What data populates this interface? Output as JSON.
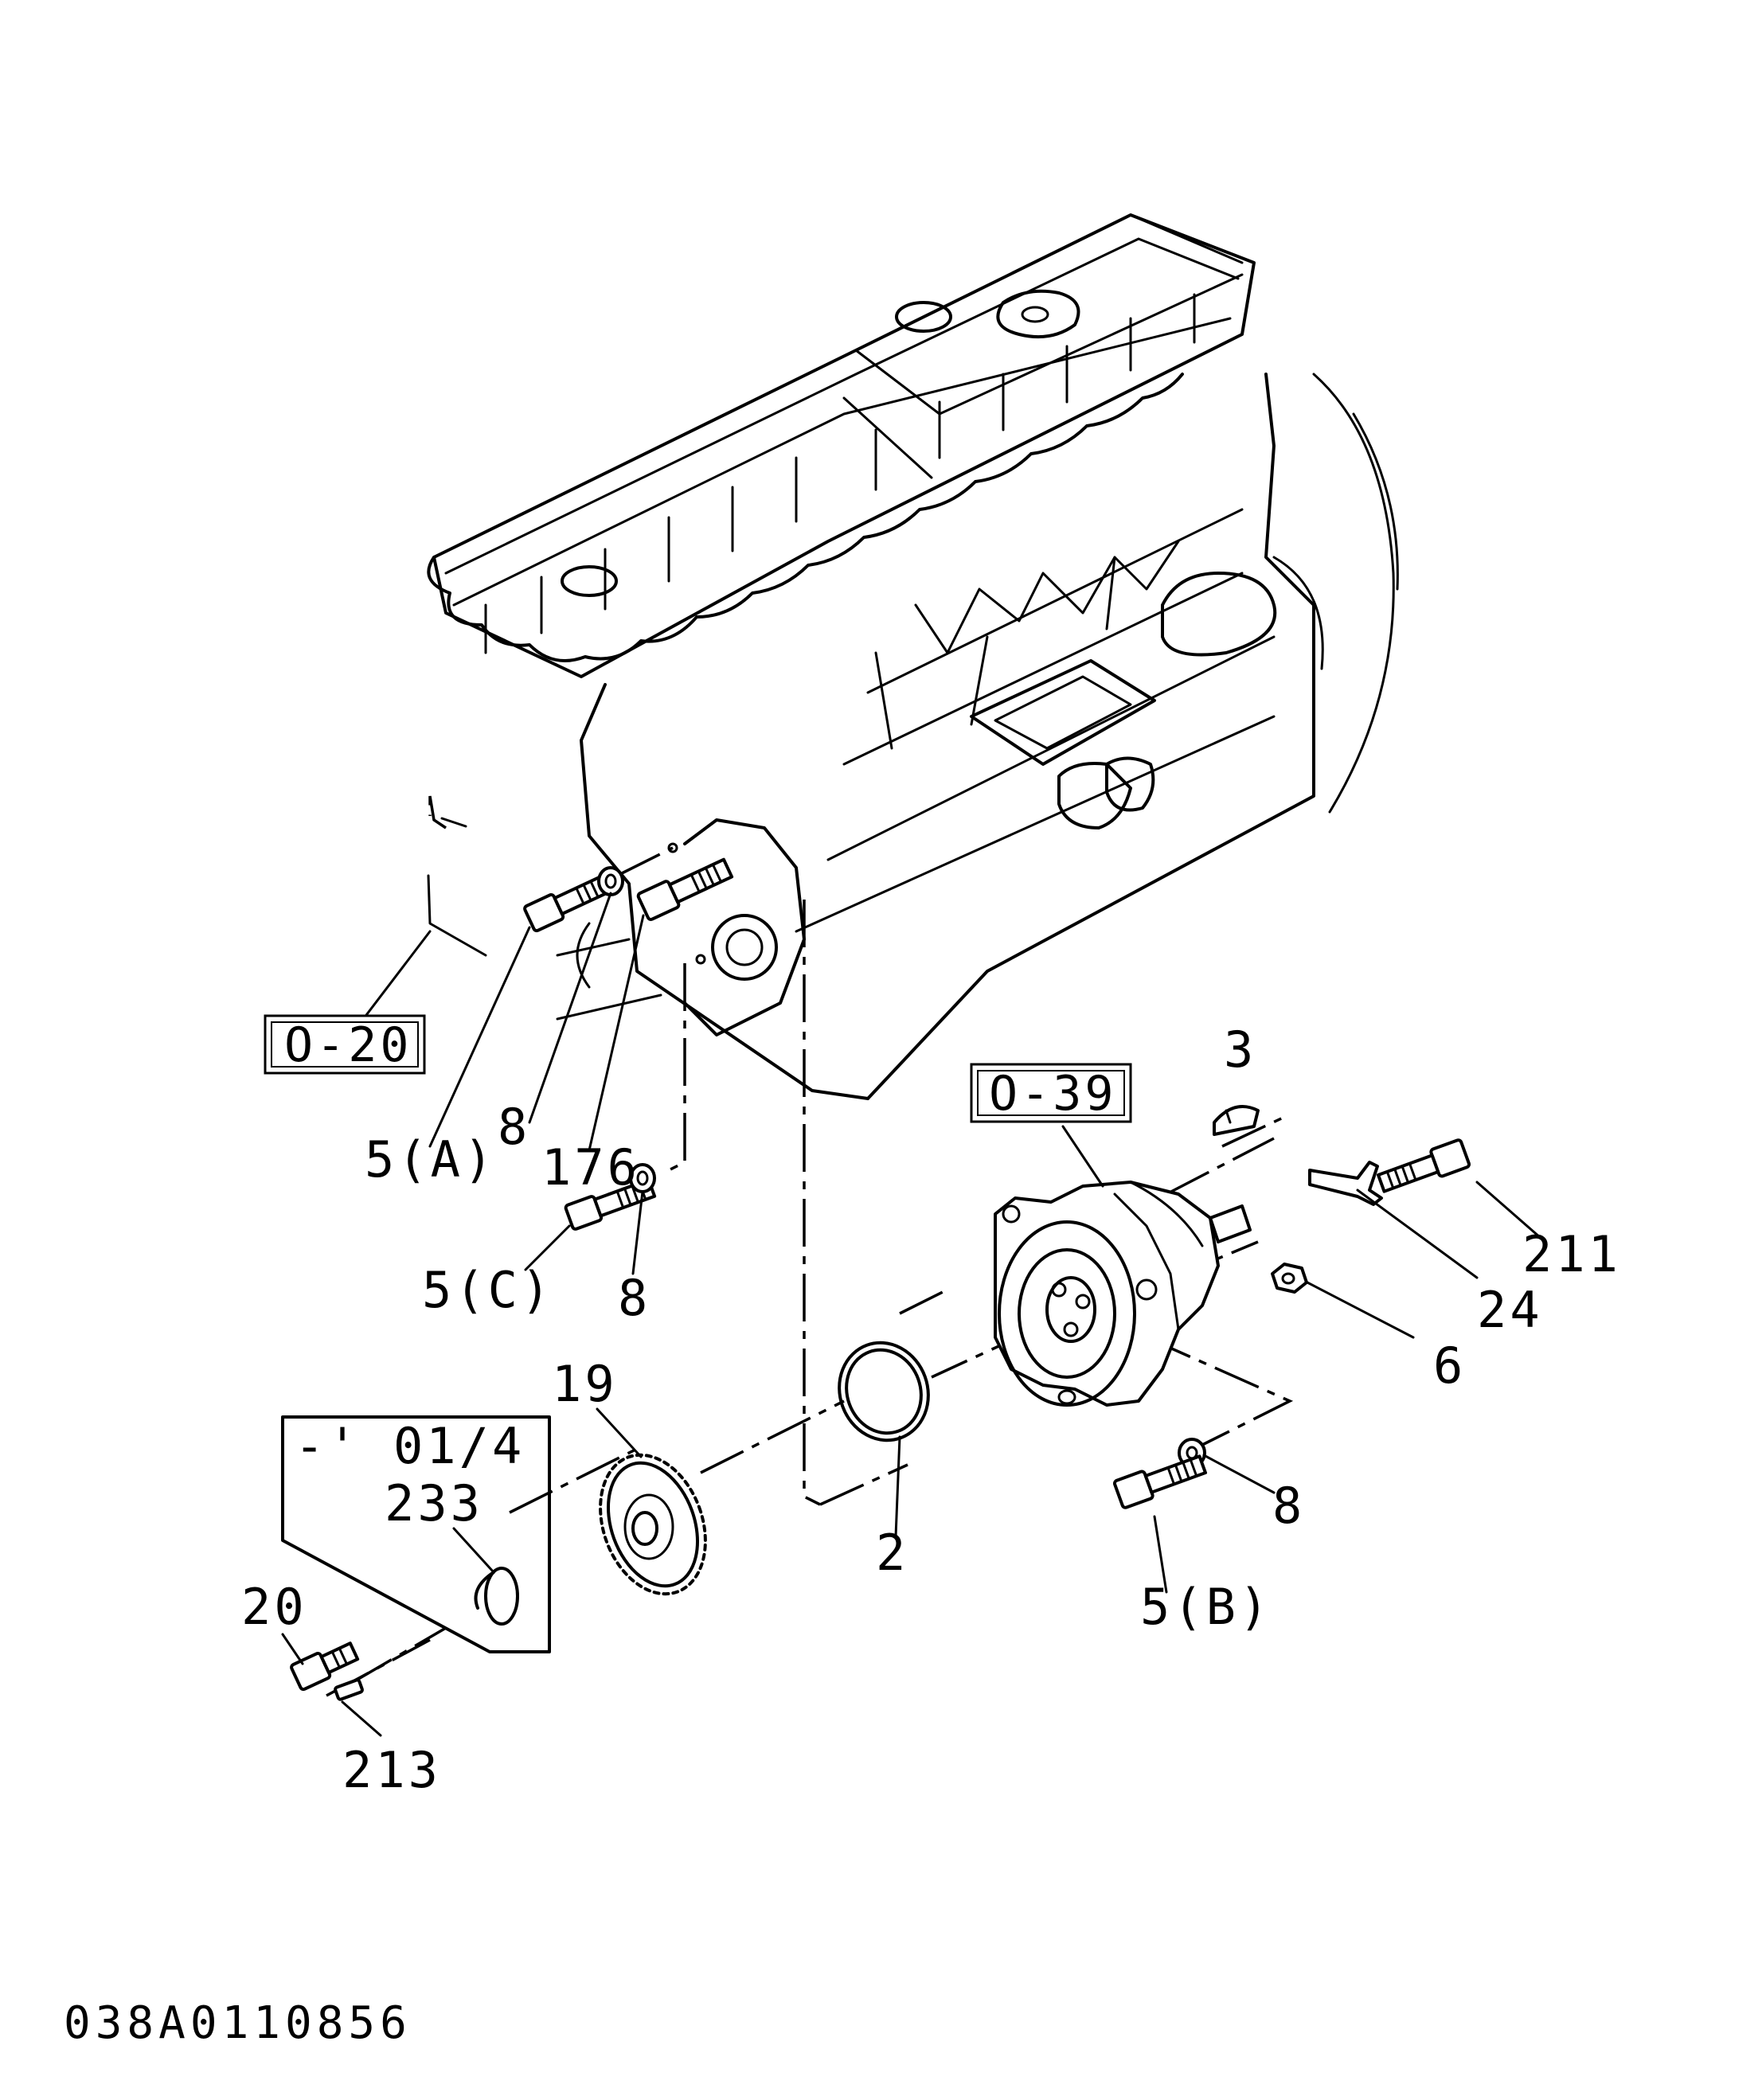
{
  "diagram": {
    "part_labels": {
      "p3": "3",
      "p211": "211",
      "p24": "24",
      "p6": "6",
      "p8_b": "8",
      "p5b": "5(B)",
      "p2": "2",
      "p19": "19",
      "p233": "233",
      "p20": "20",
      "p213": "213",
      "p5a": "5(A)",
      "p8_a": "8",
      "p176": "176",
      "p5c": "5(C)",
      "p8_c": "8"
    },
    "reference_boxes": {
      "ref_o20": "O-20",
      "ref_o39": "O-39"
    },
    "serial_note": "-' 01/4",
    "drawing_code": "038A0110856"
  }
}
